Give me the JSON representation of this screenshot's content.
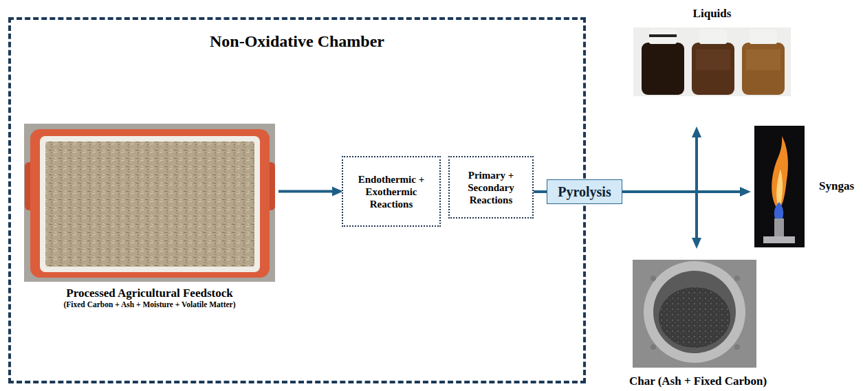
{
  "diagram": {
    "nodes": [
      {
        "text": [
          "Non-Oxidative Chamber"
        ]
      },
      {
        "text": [
          "Processed Agricultural Feedstock",
          "(Fixed Carbon + Ash + Moisture + Volatile Matter)"
        ],
        "in": 0
      },
      {
        "text": [
          "Endothermic + Exothermic Reactions"
        ],
        "in": 0
      },
      {
        "text": [
          "Primary + Secondary Reactions"
        ],
        "in": 0
      },
      {
        "text": [
          "Pyrolysis"
        ]
      },
      {
        "text": [
          "Liquids"
        ]
      },
      {
        "text": [
          "Syngas"
        ]
      },
      {
        "text": [
          "Char (Ash + Fixed Carbon)"
        ]
      }
    ],
    "edges": [
      {
        "from": 1,
        "to": 2,
        "arrow": "to"
      },
      {
        "from": 3,
        "to": 4,
        "arrow": "none"
      },
      {
        "from": 4,
        "to": 5,
        "arrow": "to"
      },
      {
        "from": 4,
        "to": 6,
        "arrow": "to"
      },
      {
        "from": 4,
        "to": 7,
        "arrow": "to"
      }
    ]
  }
}
